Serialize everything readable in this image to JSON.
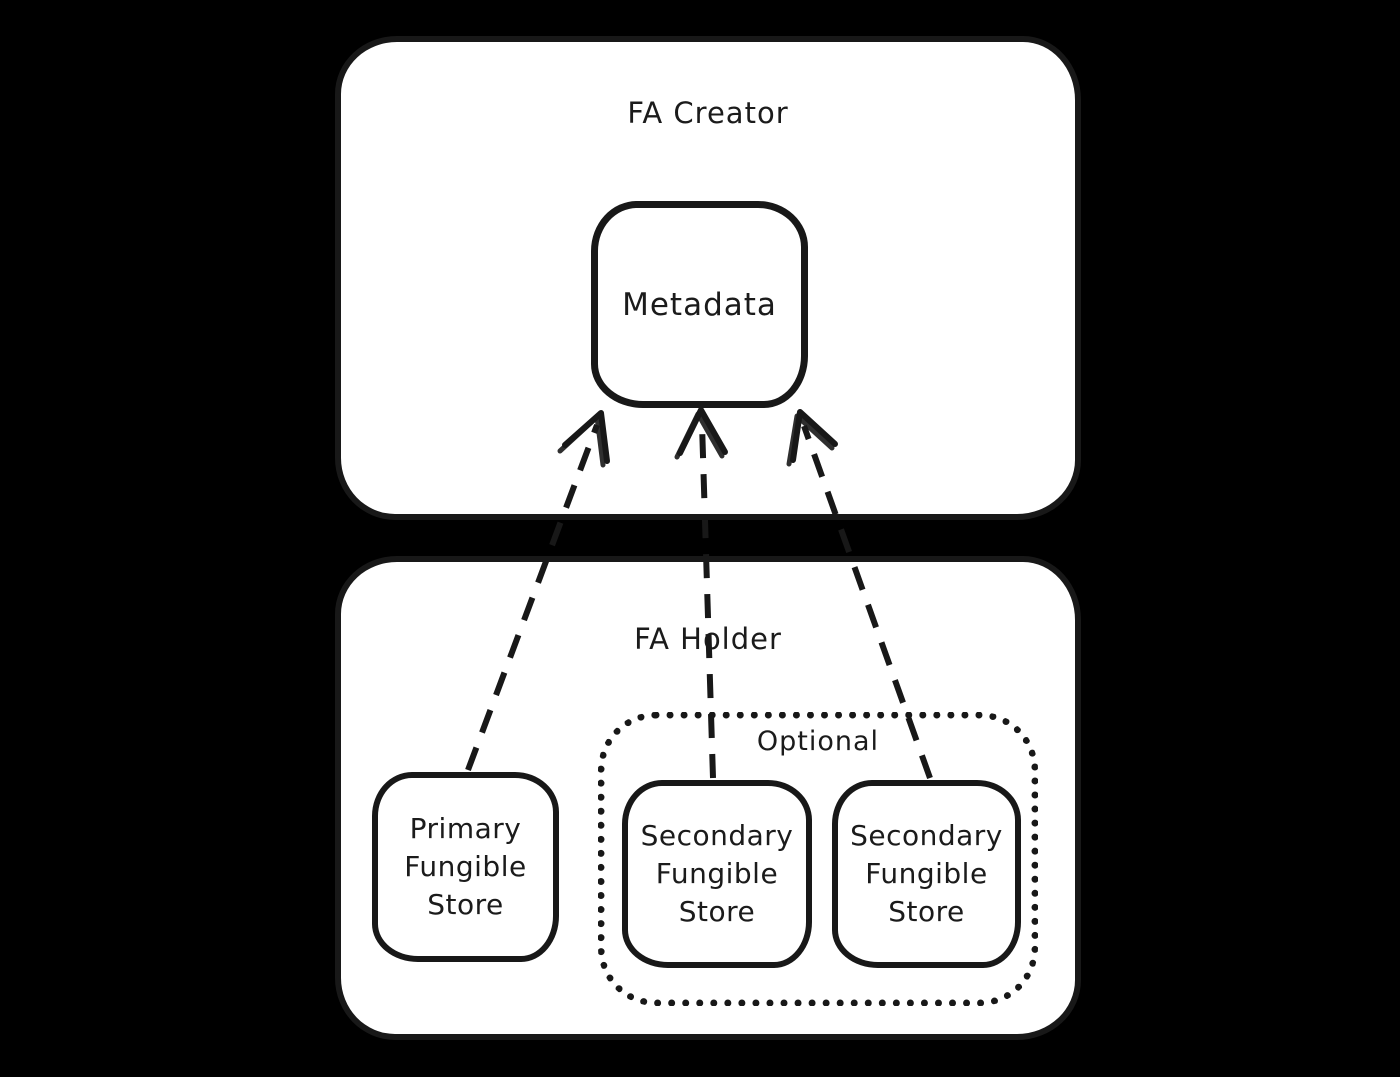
{
  "diagram": {
    "colors": {
      "background": "#000000",
      "stroke": "#181818",
      "box_fill": "#ffffff",
      "text": "#1b1b1b"
    },
    "creator": {
      "label": "FA Creator"
    },
    "metadata": {
      "label": "Metadata"
    },
    "holder": {
      "label": "FA Holder"
    },
    "optional": {
      "label": "Optional"
    },
    "stores": [
      {
        "id": "primary-fungible-store",
        "label": "Primary\nFungible\nStore"
      },
      {
        "id": "secondary-fungible-store-1",
        "label": "Secondary\nFungible\nStore"
      },
      {
        "id": "secondary-fungible-store-2",
        "label": "Secondary\nFungible\nStore"
      }
    ],
    "arrows": [
      {
        "from": "primary-fungible-store",
        "to": "metadata",
        "style": "dashed"
      },
      {
        "from": "secondary-fungible-store-1",
        "to": "metadata",
        "style": "dashed"
      },
      {
        "from": "secondary-fungible-store-2",
        "to": "metadata",
        "style": "dashed"
      }
    ]
  }
}
